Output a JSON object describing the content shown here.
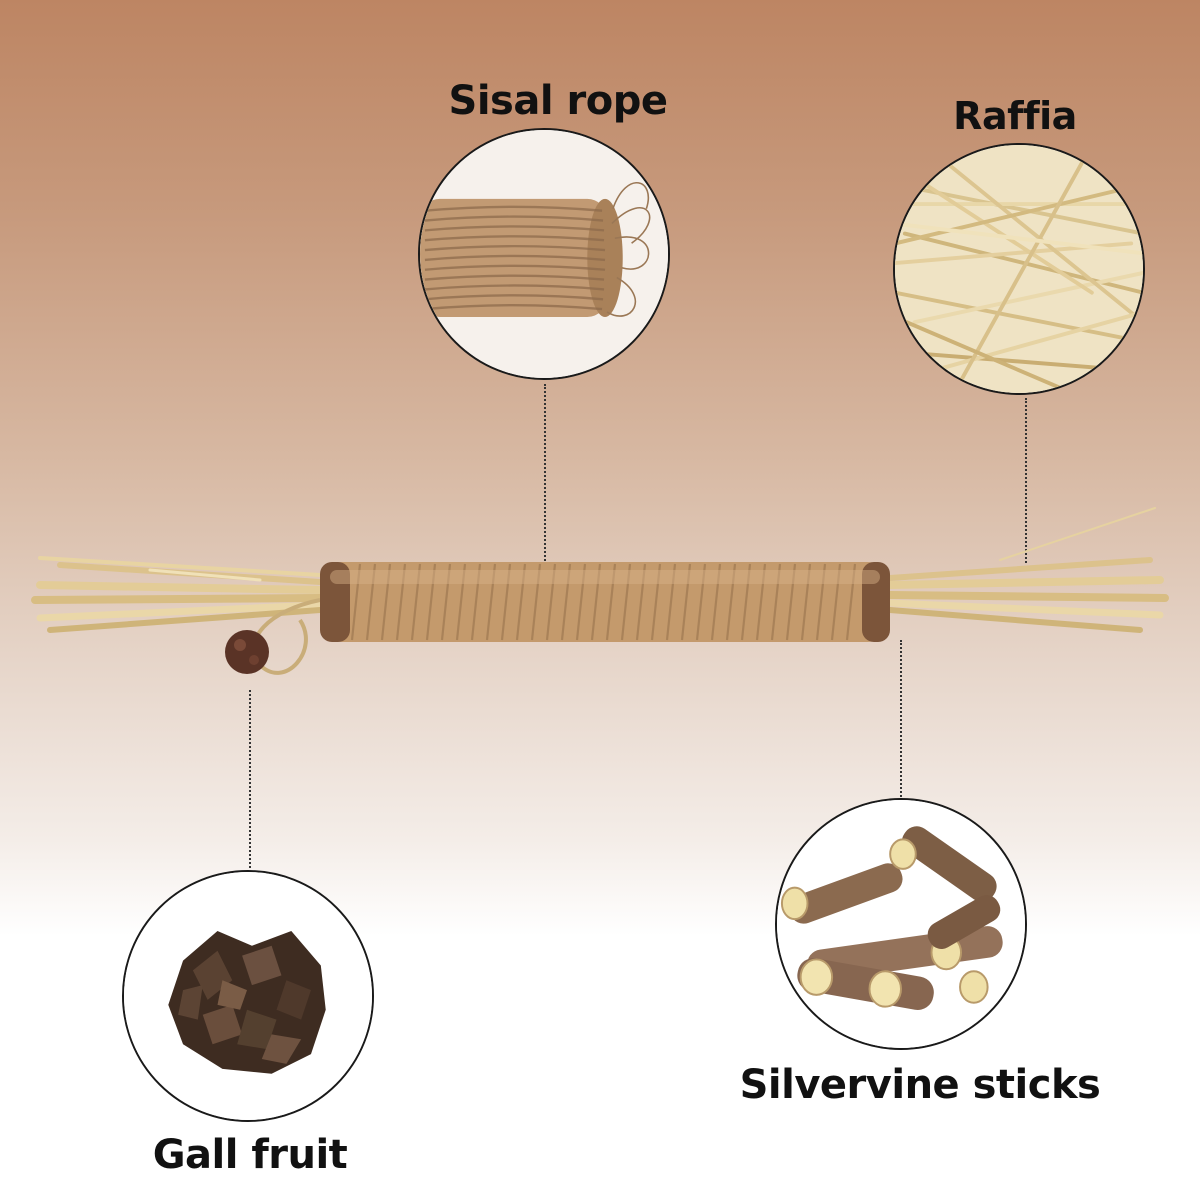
{
  "labels": {
    "sisal_rope": "Sisal rope",
    "raffia": "Raffia",
    "gall_fruit": "Gall fruit",
    "silvervine_sticks": "Silvervine sticks"
  },
  "colors": {
    "background_top": "#bd8563",
    "background_bottom": "#ffffff",
    "sisal": "#c49a6c",
    "raffia": "#e4cf9e",
    "gall_fruit": "#4a3528",
    "silvervine_bark": "#8b6a4f",
    "silvervine_core": "#efe0a8"
  },
  "icons": [
    "sisal-rope-photo",
    "raffia-photo",
    "gall-fruit-photo",
    "silvervine-sticks-photo",
    "catnip-stick-product-photo"
  ]
}
